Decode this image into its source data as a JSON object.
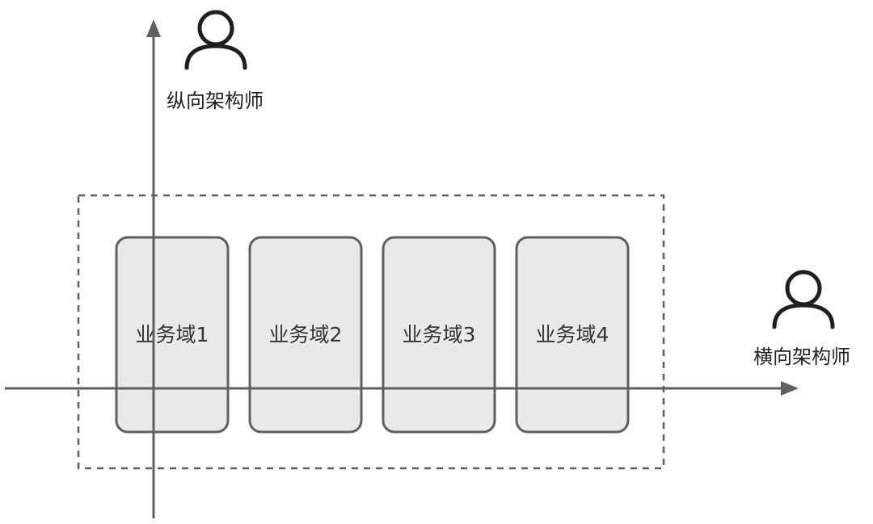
{
  "roles": {
    "vertical_architect": "纵向架构师",
    "horizontal_architect": "横向架构师"
  },
  "domains": [
    {
      "label": "业务域1"
    },
    {
      "label": "业务域2"
    },
    {
      "label": "业务域3"
    },
    {
      "label": "业务域4"
    }
  ],
  "colors": {
    "axis": "#5f5f5f",
    "box_fill": "#e8e9e8",
    "box_stroke": "#5f5f5f",
    "dashed_border": "#5f5f5f",
    "text": "#222222",
    "icon": "#1f1f1f"
  },
  "icons": {
    "vertical_role": "person-icon",
    "horizontal_role": "person-icon"
  }
}
